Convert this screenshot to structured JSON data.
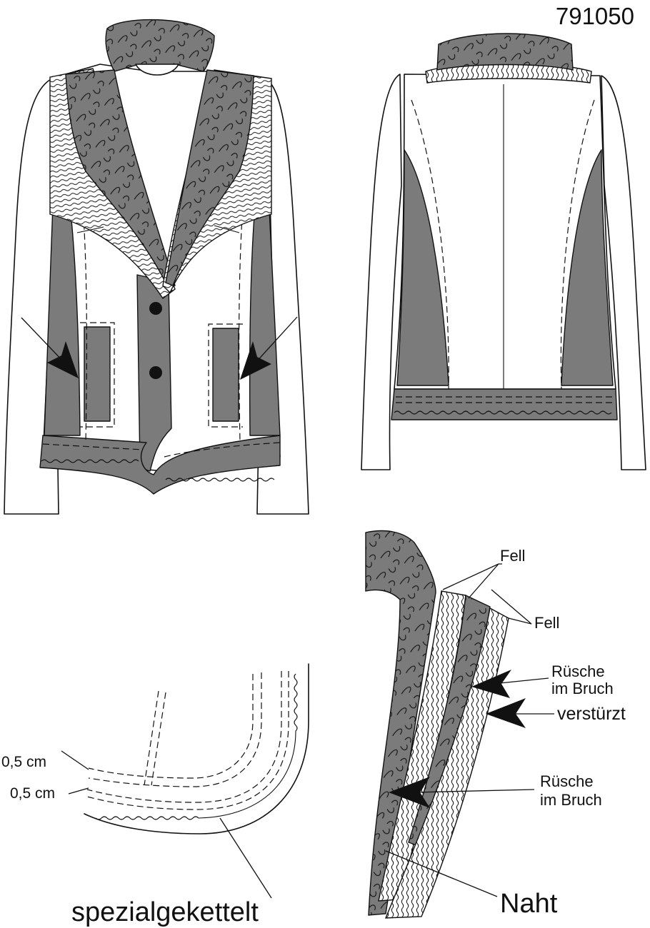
{
  "style_number": "791050",
  "labels": {
    "fur_1": "Fell",
    "fur_2": "Fell",
    "ruffle_fold_1_line1": "Rüsche",
    "ruffle_fold_1_line2": "im Bruch",
    "turned": "verstürzt",
    "ruffle_fold_2_line1": "Rüsche",
    "ruffle_fold_2_line2": "im Bruch",
    "seam": "Naht",
    "seam_allowance_1": "0,5 cm",
    "seam_allowance_2": "0,5 cm",
    "special_chain_stitch": "spezialgekettelt"
  },
  "colors": {
    "fabric_gray": "#7b7b7b",
    "outline": "#111111",
    "background": "#ffffff"
  }
}
